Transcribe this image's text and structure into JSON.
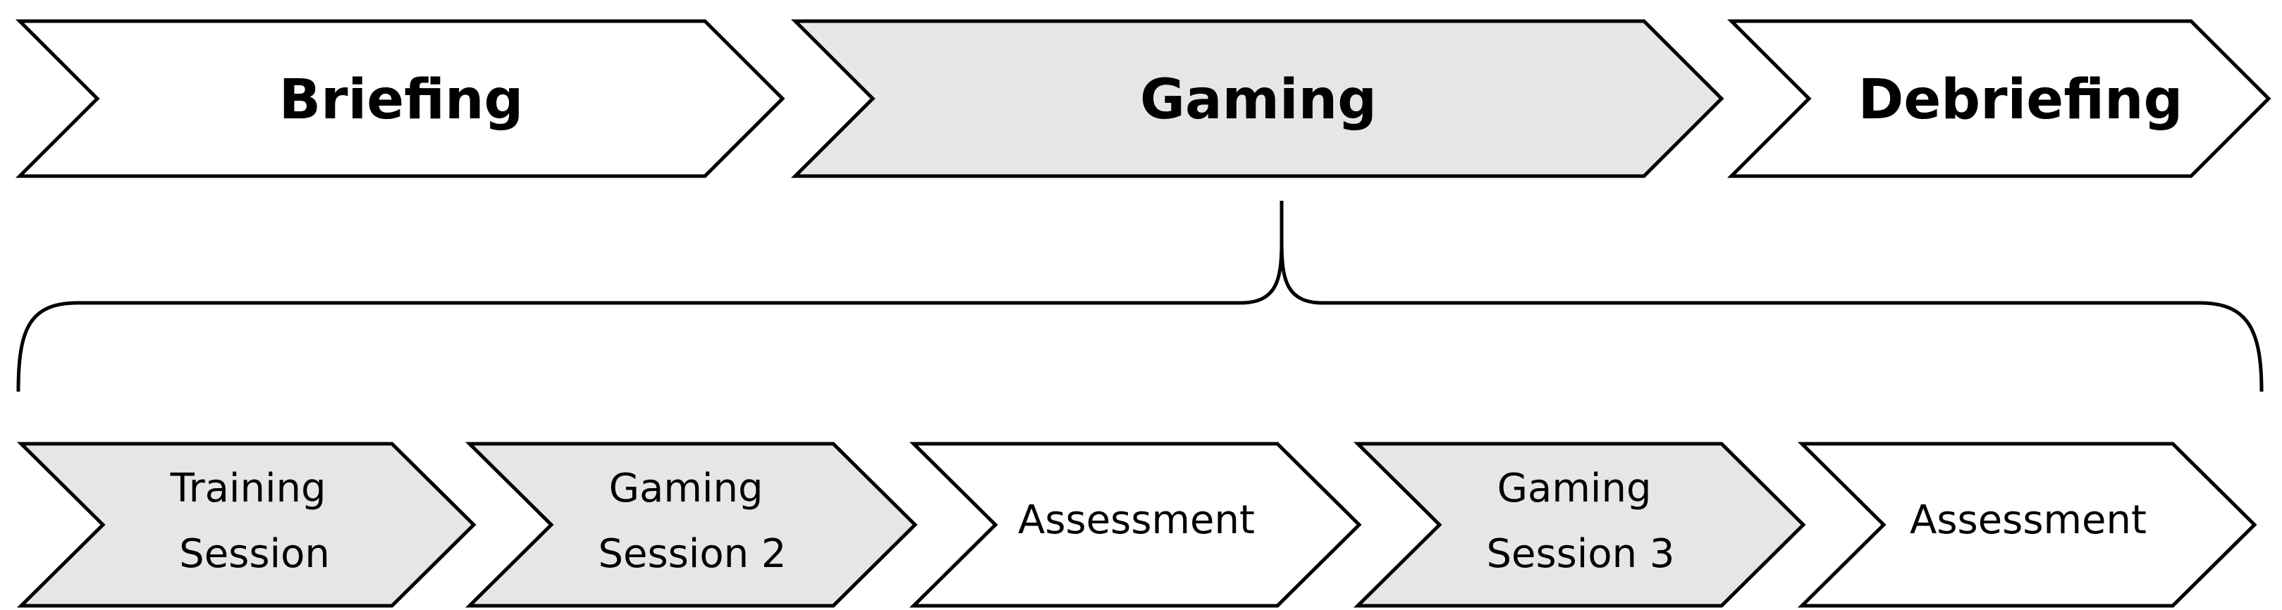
{
  "colors": {
    "shaded_fill": "#e6e6e6",
    "plain_fill": "#ffffff",
    "outline": "#000000"
  },
  "top_row": [
    {
      "id": "briefing",
      "label": "Briefing",
      "shaded": false
    },
    {
      "id": "gaming",
      "label": "Gaming",
      "shaded": true
    },
    {
      "id": "debriefing",
      "label": "Debriefing",
      "shaded": false
    }
  ],
  "bottom_row": [
    {
      "id": "training-session",
      "lines": [
        "Training",
        "Session"
      ],
      "shaded": true
    },
    {
      "id": "gaming-session-2",
      "lines": [
        "Gaming",
        "Session 2"
      ],
      "shaded": true
    },
    {
      "id": "assessment-1",
      "lines": [
        "Assessment"
      ],
      "shaded": false
    },
    {
      "id": "gaming-session-3",
      "lines": [
        "Gaming",
        "Session 3"
      ],
      "shaded": true
    },
    {
      "id": "assessment-2",
      "lines": [
        "Assessment"
      ],
      "shaded": false
    }
  ]
}
